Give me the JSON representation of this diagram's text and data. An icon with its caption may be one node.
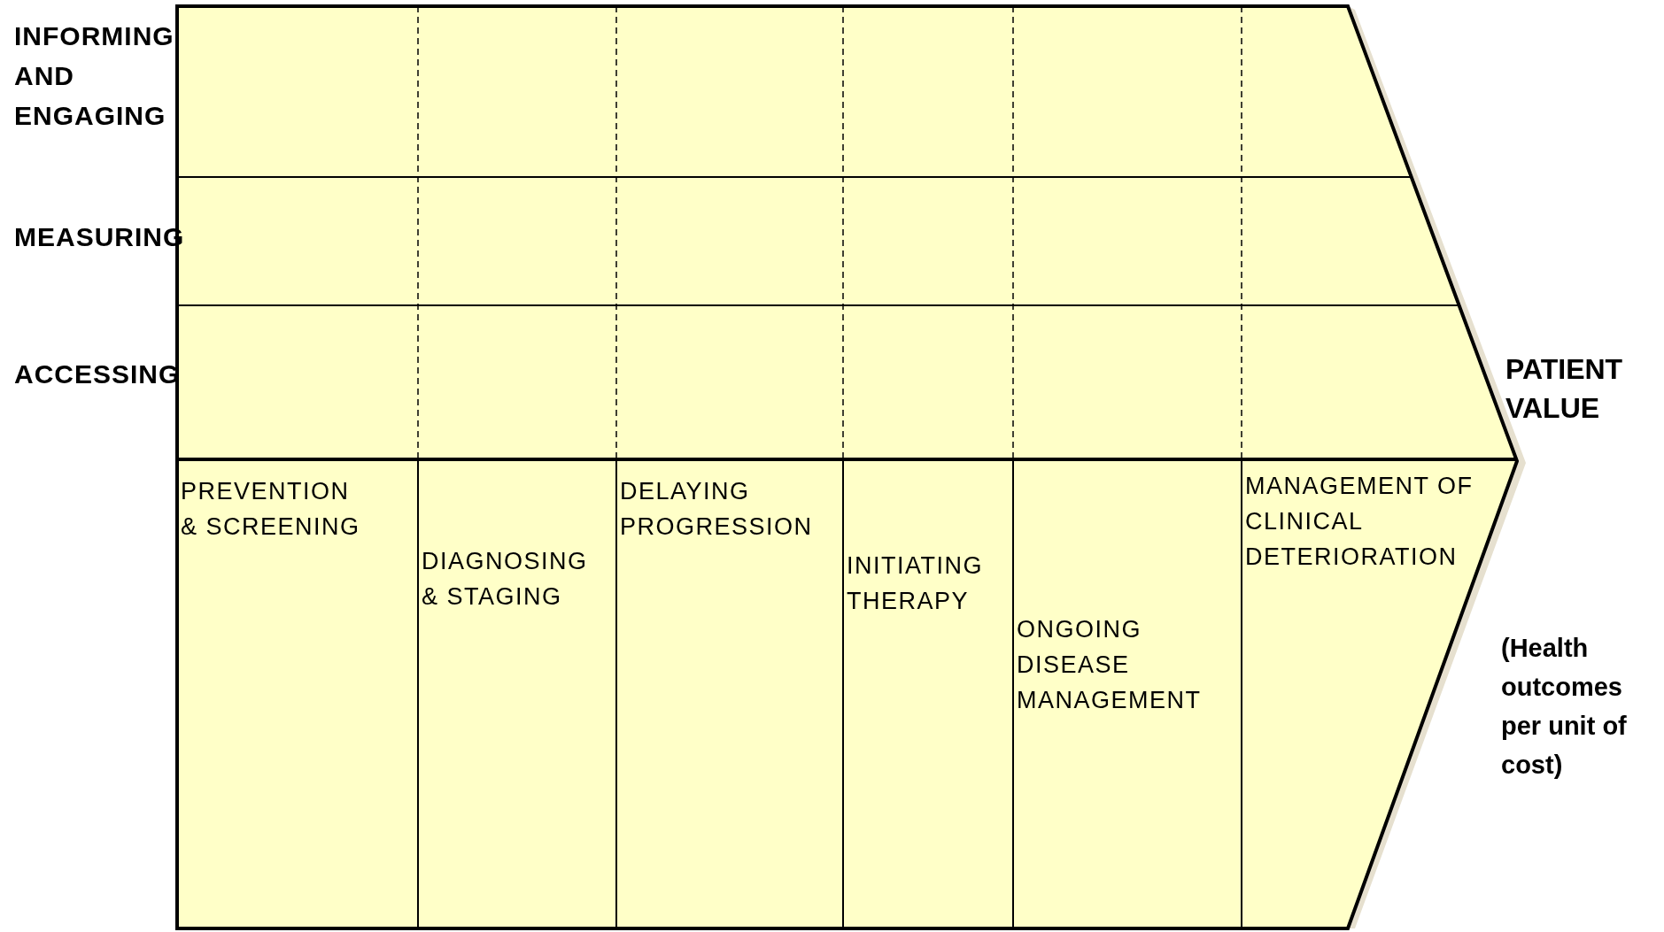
{
  "diagram": {
    "nodes": [
      {
        "text": [
          "INFORMING AND ENGAGING"
        ]
      },
      {
        "text": [
          "MEASURING"
        ]
      },
      {
        "text": [
          "ACCESSING"
        ]
      },
      {
        "text": [
          "PREVENTION & SCREENING"
        ]
      },
      {
        "text": [
          "DIAGNOSING & STAGING"
        ]
      },
      {
        "text": [
          "DELAYING PROGRESSION"
        ]
      },
      {
        "text": [
          "INITIATING THERAPY"
        ]
      },
      {
        "text": [
          "ONGOING DISEASE MANAGEMENT"
        ]
      },
      {
        "text": [
          "MANAGEMENT OF CLINICAL DETERIORATION"
        ]
      }
    ],
    "edges": [],
    "labels": [
      "PATIENT VALUE",
      "(Health outcomes per unit of cost)"
    ]
  }
}
